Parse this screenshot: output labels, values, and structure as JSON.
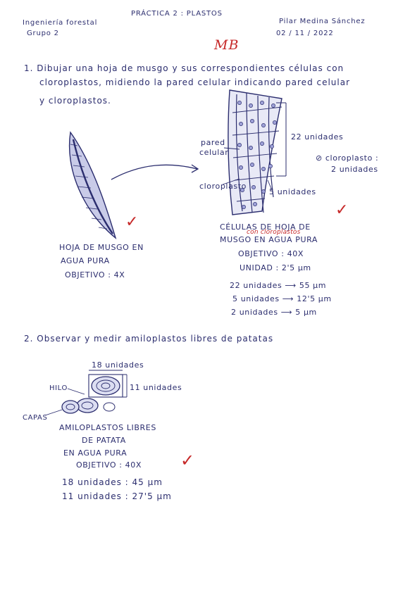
{
  "header": {
    "left_line1": "Ingeniería forestal",
    "left_line2": "Grupo 2",
    "title": "PRÁCTICA 2 : PLASTOS",
    "right_line1": "Pilar Medina Sánchez",
    "right_line2": "02 / 11 / 2022",
    "grade_mark": "MB"
  },
  "exercise1": {
    "line1": "1.  Dibujar  una  hoja  de  musgo  y  sus  correspondientes  células  con",
    "line2": "cloroplastos,  midiendo  la  pared  celular  indicando  pared  celular",
    "line3": "y  cloroplastos.",
    "leaf_caption1": "HOJA DE MUSGO EN",
    "leaf_caption2": "AGUA PURA",
    "leaf_caption3": "OBJETIVO : 4X",
    "check_leaf": "✓",
    "label_pared1": "pared",
    "label_pared2": "celular",
    "label_cloroplasto": "cloroplasto",
    "label_22": "22 unidades",
    "label_5": "5 unidades",
    "label_diam1": "⊘ cloroplasto :",
    "label_diam2": "2 unidades",
    "check_cells": "✓",
    "cells_caption1": "CÉLULAS DE HOJA DE",
    "cells_correction": "con cloroplastos",
    "cells_caption2": "MUSGO EN AGUA PURA",
    "cells_caption3": "OBJETIVO : 40X",
    "cells_caption4": "UNIDAD : 2'5 µm",
    "conv1": "22 unidades ⟶ 55 µm",
    "conv2": "5 unidades ⟶ 12'5 µm",
    "conv3": "2 unidades ⟶ 5 µm"
  },
  "exercise2": {
    "line1": "2.  Observar  y  medir  amiloplastos  libres  de  patatas",
    "label_18": "18 unidades",
    "label_11": "11 unidades",
    "label_hilo": "HILO",
    "label_capas": "CAPAS",
    "caption1": "AMILOPLASTOS LIBRES",
    "caption2": "DE PATATA",
    "caption3": "EN AGUA PURA",
    "caption4": "OBJETIVO : 40X",
    "check": "✓",
    "meas1": "18 unidades : 45 µm",
    "meas2": "11 unidades : 27'5 µm"
  }
}
